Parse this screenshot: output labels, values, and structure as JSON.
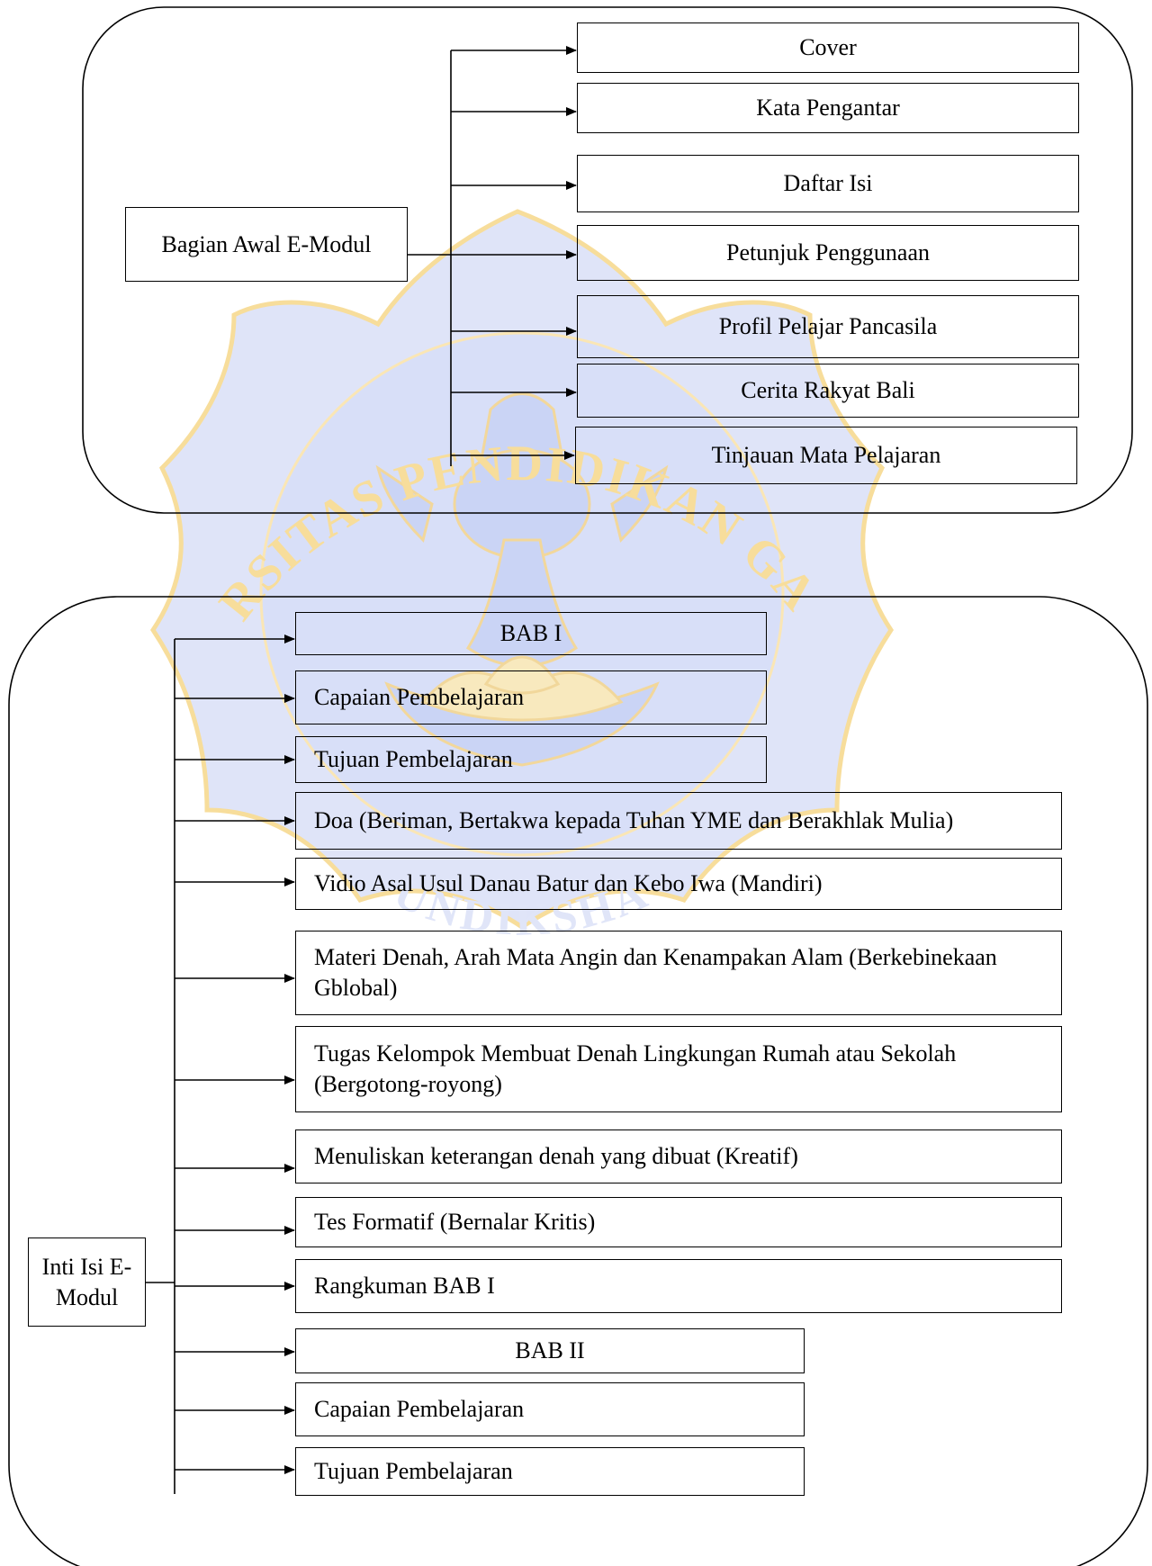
{
  "watermark": {
    "text_top": "UNIVERSITAS PENDIDIKAN GANESHA",
    "text_bottom": "UNDIKSHA",
    "colors": {
      "arc_text": "#F2C24A",
      "emblem": "#B7C4F2"
    }
  },
  "group_awal": {
    "root": "Bagian Awal E-Modul",
    "items": [
      "Cover",
      "Kata Pengantar",
      "Daftar Isi",
      "Petunjuk Penggunaan",
      "Profil Pelajar Pancasila",
      "Cerita Rakyat Bali",
      "Tinjauan Mata Pelajaran"
    ]
  },
  "group_inti": {
    "root": "Inti Isi E-Modul",
    "items": [
      "BAB I",
      "Capaian Pembelajaran",
      "Tujuan Pembelajaran",
      "Doa (Beriman, Bertakwa kepada Tuhan YME dan Berakhlak Mulia)",
      "Vidio Asal Usul Danau Batur dan Kebo Iwa (Mandiri)",
      "Materi Denah, Arah Mata Angin dan Kenampakan Alam (Berkebinekaan Gblobal)",
      "Tugas Kelompok Membuat Denah Lingkungan Rumah atau Sekolah (Bergotong-royong)",
      "Menuliskan keterangan denah yang dibuat (Kreatif)",
      "Tes Formatif (Bernalar Kritis)",
      "Rangkuman BAB I",
      "BAB II",
      "Capaian Pembelajaran",
      "Tujuan Pembelajaran"
    ]
  }
}
